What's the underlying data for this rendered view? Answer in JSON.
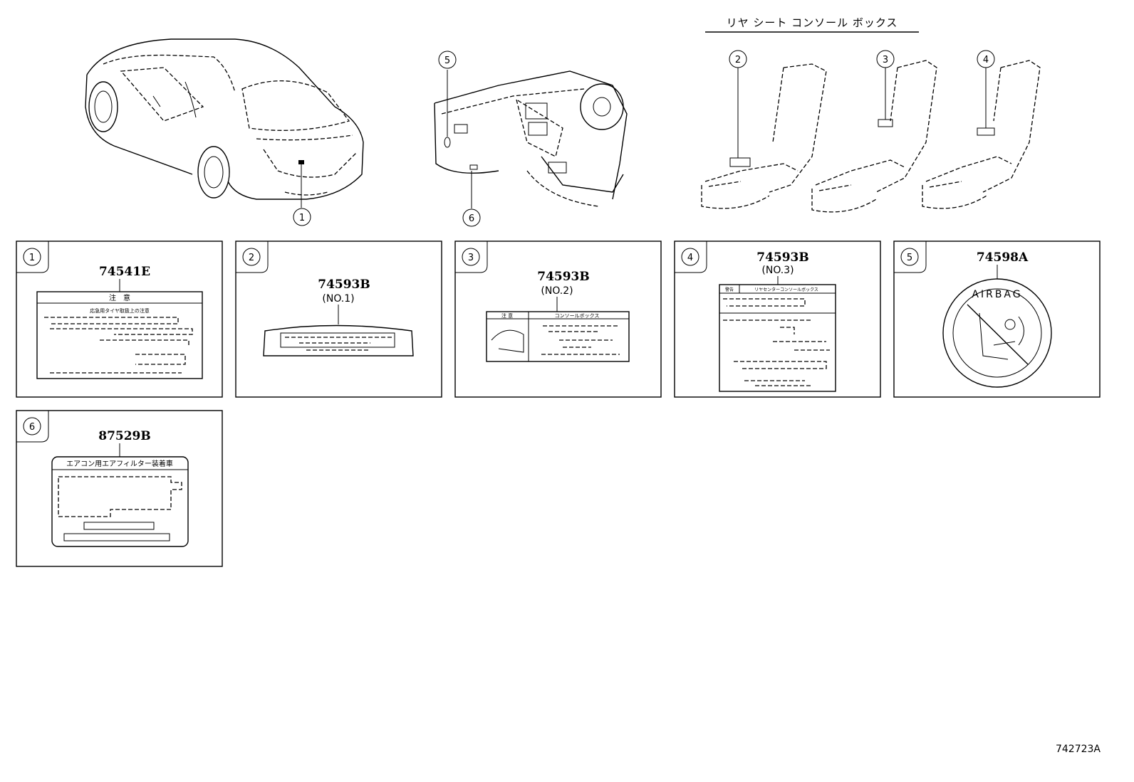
{
  "header": {
    "console_title": "リヤ シート コンソール ボックス"
  },
  "callouts": {
    "c1": "1",
    "c2": "2",
    "c3": "3",
    "c4": "4",
    "c5": "5",
    "c6": "6"
  },
  "panels": [
    {
      "index": "1",
      "part_no": "74541E",
      "sub": "",
      "label_title": "注　意",
      "label_line": "応急用タイヤ取扱上の注意"
    },
    {
      "index": "2",
      "part_no": "74593B",
      "sub": "(NO.1)",
      "label_title": "",
      "label_line": ""
    },
    {
      "index": "3",
      "part_no": "74593B",
      "sub": "(NO.2)",
      "label_title": "注 意",
      "label_line": "コンソールボックス"
    },
    {
      "index": "4",
      "part_no": "74593B",
      "sub": "(NO.3)",
      "label_title": "警告",
      "label_line": "リヤセンターコンソールボックス"
    },
    {
      "index": "5",
      "part_no": "74598A",
      "sub": "",
      "label_title": "AIRBAG",
      "label_line": ""
    },
    {
      "index": "6",
      "part_no": "87529B",
      "sub": "",
      "label_title": "エアコン用エアフィルター装着車",
      "label_line": ""
    }
  ],
  "footer": {
    "diagram_id": "742723A"
  }
}
